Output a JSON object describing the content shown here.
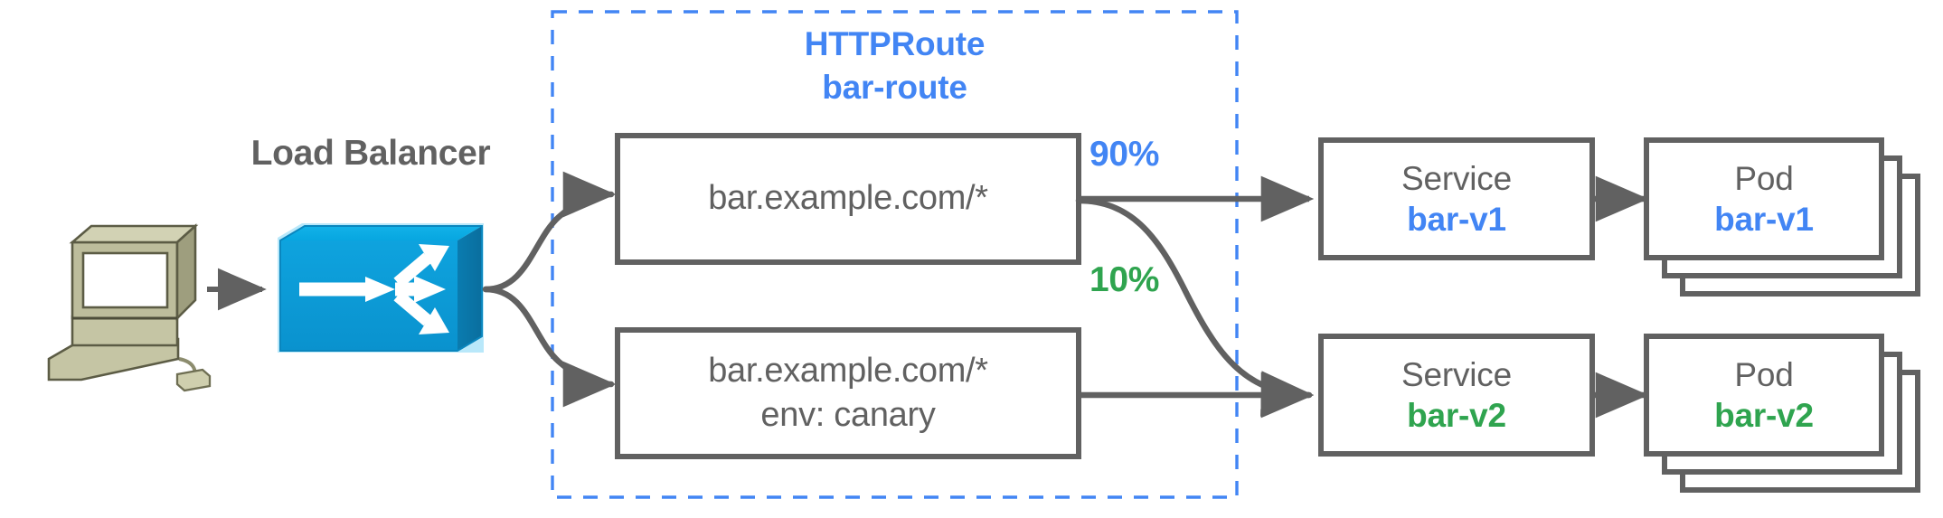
{
  "diagram": {
    "title_group": {
      "kind_label": "HTTPRoute",
      "name_label": "bar-route"
    },
    "load_balancer": {
      "label": "Load Balancer",
      "client_icon": "workstation-icon",
      "lb_icon": "load-balancer-switch-icon",
      "lb_color": "#0C9BD8"
    },
    "routes": [
      {
        "id": "route-primary",
        "line1": "bar.example.com/*",
        "line2": ""
      },
      {
        "id": "route-canary",
        "line1": "bar.example.com/*",
        "line2": "env: canary"
      }
    ],
    "weights": [
      {
        "id": "weight-primary",
        "label": "90%",
        "color": "#4285F4"
      },
      {
        "id": "weight-canary",
        "label": "10%",
        "color": "#2FA44F"
      }
    ],
    "backends": [
      {
        "id": "backend-v1",
        "service_kind": "Service",
        "service_name": "bar-v1",
        "pod_kind": "Pod",
        "pod_name": "bar-v1",
        "color": "#4285F4",
        "pod_stack_count": 3
      },
      {
        "id": "backend-v2",
        "service_kind": "Service",
        "service_name": "bar-v2",
        "pod_kind": "Pod",
        "pod_name": "bar-v2",
        "color": "#2FA44F",
        "pod_stack_count": 3
      }
    ],
    "colors": {
      "stroke_gray": "#616161",
      "dashed_blue": "#4285F4",
      "blue": "#4285F4",
      "green": "#2FA44F",
      "text_gray": "#616161"
    }
  }
}
